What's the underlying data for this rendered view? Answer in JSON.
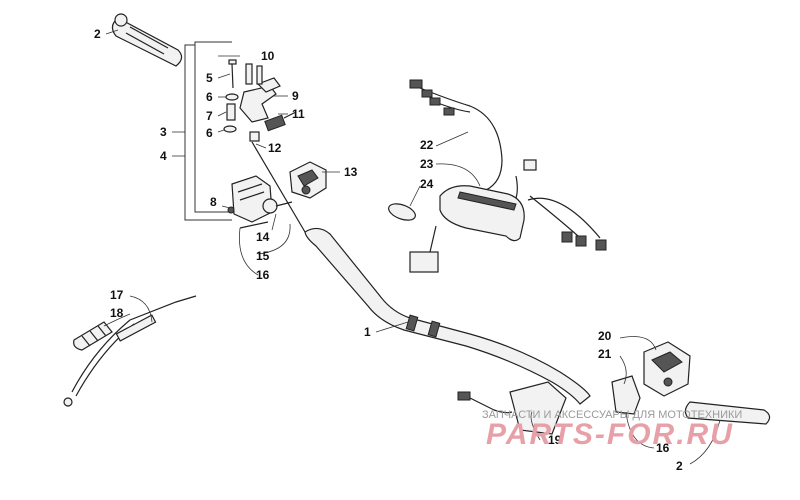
{
  "callouts": [
    "1",
    "2",
    "3",
    "4",
    "5",
    "6",
    "7",
    "8",
    "9",
    "10",
    "11",
    "12",
    "13",
    "14",
    "15",
    "16",
    "17",
    "18",
    "19",
    "20",
    "21",
    "22",
    "23",
    "24"
  ],
  "watermark": {
    "caption": "ЗАПЧАСТИ И АКСЕССУАРЫ ДЛЯ МОТОТЕХНИКИ",
    "logo": "PARTS-FOR.RU"
  },
  "colors": {
    "line": "#222222",
    "part_fill": "#f2f2f2",
    "watermark_logo": "#e8a0a8"
  }
}
